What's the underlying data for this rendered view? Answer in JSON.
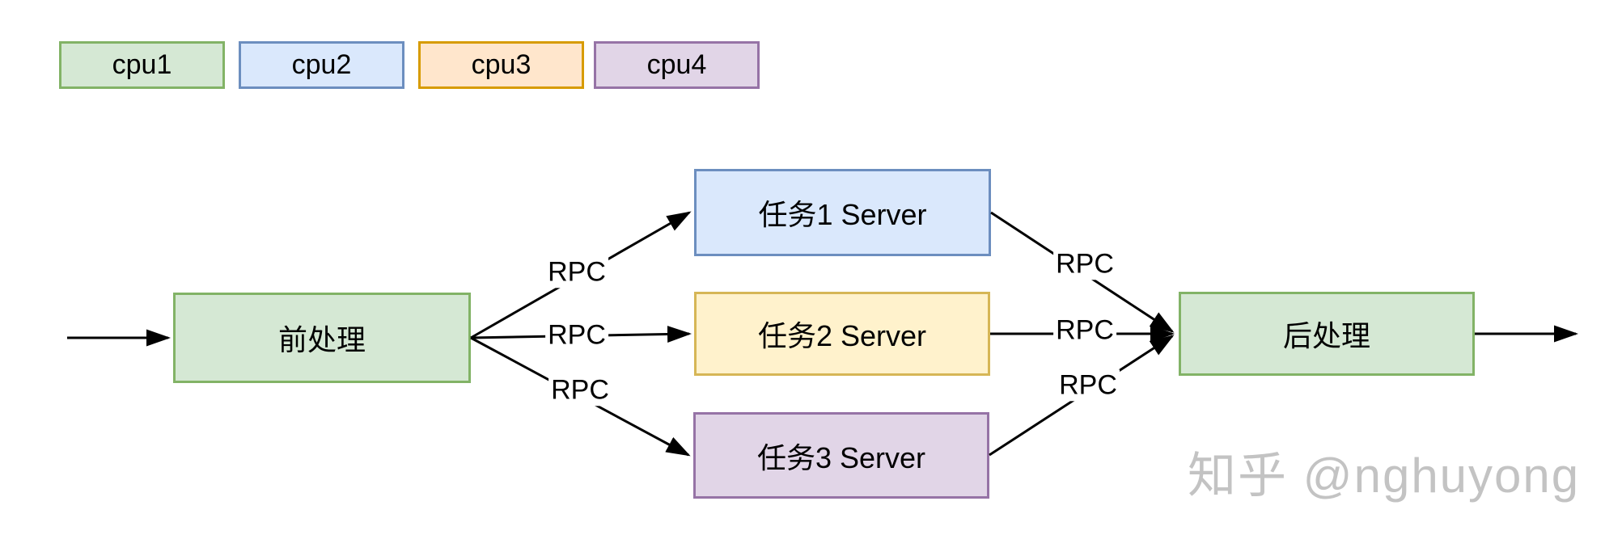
{
  "page": {
    "background": "#ffffff",
    "line_color": "#000000",
    "text_color": "#000000"
  },
  "legend": {
    "items": [
      {
        "label": "cpu1",
        "fill": "#d5e8d4",
        "border": "#82b366"
      },
      {
        "label": "cpu2",
        "fill": "#dae8fc",
        "border": "#6c8ebf"
      },
      {
        "label": "cpu3",
        "fill": "#ffe6cc",
        "border": "#d79b00"
      },
      {
        "label": "cpu4",
        "fill": "#e1d5e7",
        "border": "#9673a6"
      }
    ]
  },
  "nodes": {
    "pre": {
      "label": "前处理",
      "fill": "#d5e8d4",
      "border": "#82b366"
    },
    "task1": {
      "label": "任务1 Server",
      "fill": "#dae8fc",
      "border": "#6c8ebf"
    },
    "task2": {
      "label": "任务2 Server",
      "fill": "#fff2cc",
      "border": "#d6b656"
    },
    "task3": {
      "label": "任务3 Server",
      "fill": "#e1d5e7",
      "border": "#9673a6"
    },
    "post": {
      "label": "后处理",
      "fill": "#d5e8d4",
      "border": "#82b366"
    }
  },
  "edges": {
    "rpc_labels": [
      "RPC",
      "RPC",
      "RPC",
      "RPC",
      "RPC",
      "RPC"
    ]
  },
  "watermark": {
    "text": "知乎 @nghuyong",
    "color": "#c3c3c3"
  }
}
